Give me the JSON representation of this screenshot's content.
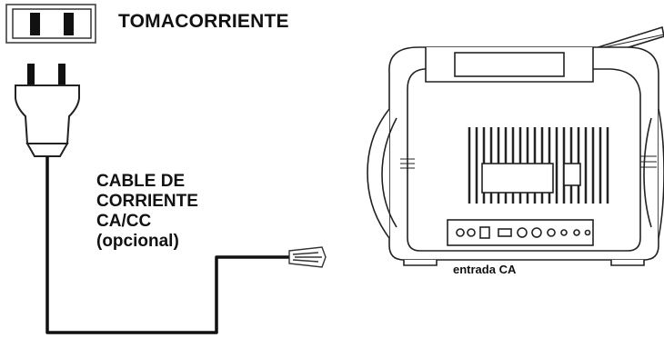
{
  "outlet": {
    "title": "TOMACORRIENTE"
  },
  "cable": {
    "label_lines": [
      "CABLE DE",
      "CORRIENTE",
      "CA/CC",
      "(opcional)"
    ]
  },
  "device": {
    "input_label": "entrada CA"
  },
  "icons": [
    "wall-outlet-icon",
    "power-plug-icon",
    "power-cable",
    "dc-connector-icon",
    "radio-device-rear"
  ]
}
